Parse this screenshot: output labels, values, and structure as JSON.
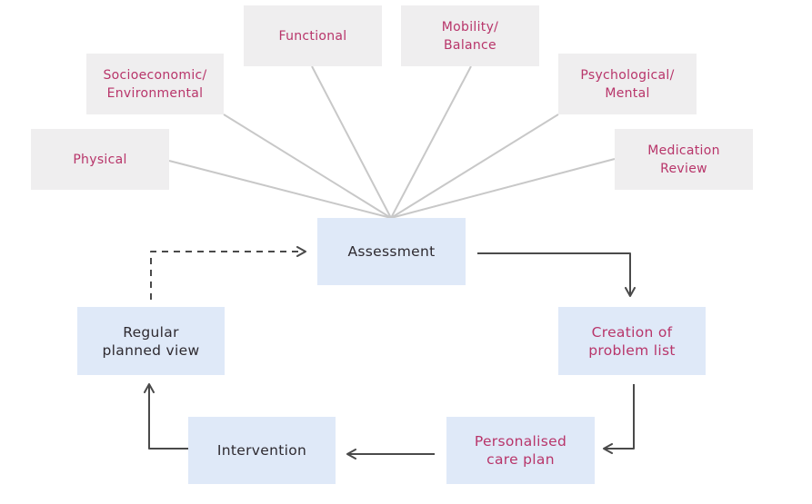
{
  "diagram": {
    "domains": [
      {
        "id": "physical",
        "label": "Physical"
      },
      {
        "id": "socioeconomic",
        "label": "Socioeconomic/\nEnvironmental"
      },
      {
        "id": "functional",
        "label": "Functional"
      },
      {
        "id": "mobility",
        "label": "Mobility/\nBalance"
      },
      {
        "id": "psychological",
        "label": "Psychological/\nMental"
      },
      {
        "id": "medication",
        "label": "Medication\nReview"
      }
    ],
    "cycle": {
      "assessment": "Assessment",
      "problem_list": "Creation of\nproblem list",
      "care_plan": "Personalised\ncare plan",
      "intervention": "Intervention",
      "review": "Regular\nplanned view"
    },
    "colors": {
      "grey_box": "#efeeef",
      "blue_box": "#dfe9f8",
      "accent_text": "#b8356a",
      "dark_text": "#2e2a30",
      "connector": "#c8c8c8",
      "arrow": "#4a4a4a"
    }
  }
}
